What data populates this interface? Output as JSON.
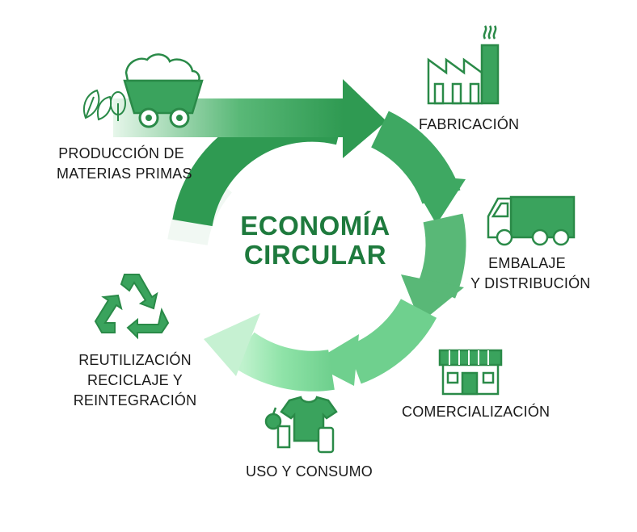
{
  "title": {
    "line1": "ECONOMÍA",
    "line2": "CIRCULAR"
  },
  "stages": {
    "produccion": {
      "line1": "PRODUCCIÓN DE",
      "line2": "MATERIAS PRIMAS",
      "icon": "mine-cart-icon"
    },
    "fabricacion": {
      "line1": "FABRICACIÓN",
      "icon": "factory-icon"
    },
    "embalaje": {
      "line1": "EMBALAJE",
      "line2": "Y DISTRIBUCIÓN",
      "icon": "truck-icon"
    },
    "comercializacion": {
      "line1": "COMERCIALIZACIÓN",
      "icon": "store-icon"
    },
    "uso": {
      "line1": "USO Y CONSUMO",
      "icon": "consumer-goods-icon"
    },
    "reutilizacion": {
      "line1": "REUTILIZACIÓN",
      "line2": "RECICLAJE Y",
      "line3": "REINTEGRACIÓN",
      "icon": "recycle-icon"
    }
  },
  "colors": {
    "dark_green": "#2f9a52",
    "mid_green": "#5cbf7a",
    "light_green": "#8fe0a6",
    "title_green": "#1e7a3d",
    "icon_stroke": "#2a8a48",
    "icon_fill": "#3aa35d"
  }
}
